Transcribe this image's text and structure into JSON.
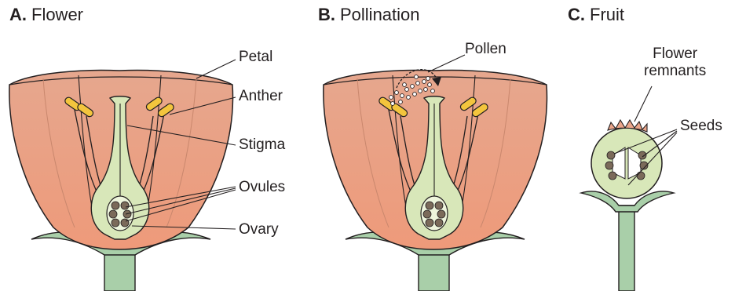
{
  "panels": {
    "a": {
      "letter": "A.",
      "title": "Flower"
    },
    "b": {
      "letter": "B.",
      "title": "Pollination"
    },
    "c": {
      "letter": "C.",
      "title": "Fruit"
    }
  },
  "labels": {
    "petal": "Petal",
    "anther": "Anther",
    "stigma": "Stigma",
    "ovules": "Ovules",
    "ovary": "Ovary",
    "pollen": "Pollen",
    "flower_remnants_line1": "Flower",
    "flower_remnants_line2": "remnants",
    "seeds": "Seeds"
  },
  "colors": {
    "petal_fill": "#eaa58a",
    "petal_dark": "#d98e74",
    "pistil_fill": "#d8e7b9",
    "stem_fill": "#a9cfa9",
    "anther_fill": "#f3c53d",
    "ovule_fill": "#7b6a5a",
    "outline": "#231f20"
  }
}
